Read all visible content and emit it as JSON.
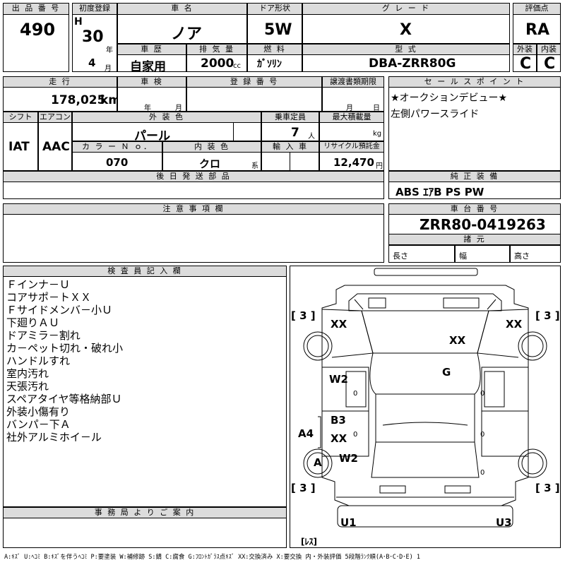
{
  "headers": {
    "lot_no": "出 品 番 号",
    "first_reg": "初度登録",
    "car_name": "車 名",
    "door": "ドア形状",
    "grade": "グ レ ー ド",
    "score": "評価点",
    "history": "車 歴",
    "displacement": "排 気 量",
    "fuel": "燃 料",
    "model": "型 式",
    "exterior": "外装",
    "interior": "内装",
    "mileage": "走 行",
    "inspection": "車 検",
    "reg_no": "登 録 番 号",
    "transfer_deadline": "譲渡書類期限",
    "sales_point": "セ ー ル ス ポ イ ン ト",
    "shift": "シフト",
    "aircon": "エアコン",
    "ext_color": "外 装 色",
    "capacity": "乗車定員",
    "max_load": "最大積載量",
    "color_no": "カ ラ ー Ｎ ｏ．",
    "int_color": "内 装 色",
    "import": "輸 入 車",
    "recycle": "リサイクル預託金",
    "later_parts": "後 日 発 送 部 品",
    "standard_equipment": "純 正 装 備",
    "notes": "注 意 事 項 欄",
    "chassis": "車 台 番 号",
    "dims": "諸 元",
    "inspector": "検 査 員 記 入 欄",
    "office": "事 務 局 よ り ご 案 内"
  },
  "lot_no": "490",
  "era_letter": "H",
  "year": "30",
  "year_unit": "年",
  "month": "4",
  "month_unit": "月",
  "car_name": "ノア",
  "door": "5W",
  "grade": "X",
  "score": "RA",
  "history": "自家用",
  "displacement": "2000",
  "displacement_unit": "cc",
  "fuel": "ｶﾞｿﾘﾝ",
  "model": "DBA-ZRR80G",
  "exterior_grade": "C",
  "interior_grade": "C",
  "mileage": "178,025",
  "mileage_unit": "km",
  "inspection_year_unit": "年",
  "inspection_month_unit": "月",
  "transfer_month_unit": "月",
  "transfer_day_unit": "日",
  "sales_points": [
    "★オークションデビュー★",
    "左側パワースライド"
  ],
  "shift": "IAT",
  "aircon": "AAC",
  "ext_color": "パール",
  "capacity": "7",
  "capacity_unit": "人",
  "max_load_unit": "kg",
  "color_no": "070",
  "int_color": "クロ",
  "int_color_unit": "系",
  "recycle": "12,470",
  "recycle_unit": "円",
  "equipment": "ABS ｴｱB PS PW",
  "chassis_no": "ZRR80-0419263",
  "dim_length": "長さ",
  "dim_width": "幅",
  "dim_height": "高さ",
  "inspector_notes": [
    "Ｆインナ－Ｕ",
    "コアサポ－トＸＸ",
    "Ｆサイドメンバ－小Ｕ",
    "下廻りＡＵ",
    "ドアミラ－割れ",
    "カ－ペット切れ・破れ小",
    "ハンドルすれ",
    "室内汚れ",
    "天張汚れ",
    "スペアタイヤ等格納部Ｕ",
    "外装小傷有り",
    "バンパ－下Ａ",
    "社外アルミホイ－ル"
  ],
  "diagram": {
    "tire_labels": [
      "[ 3 ]",
      "[ 3 ]",
      "[ 3 ]",
      "[ 3 ]"
    ],
    "marks": {
      "fl_fender": "XX",
      "fr_fender": "XX",
      "bonnet": "XX",
      "windshield": "G",
      "l_front_door": "W2",
      "l_rear_door_b3": "B3",
      "l_rear_door_xx": "XX",
      "l_rocker": "A4",
      "rl_wheel": "A",
      "l_quarter": "W2",
      "rear_l": "U1",
      "rear_r": "U3",
      "door_zero_1": "0",
      "door_zero_2": "0",
      "door_zero_3": "0",
      "door_zero_4": "0",
      "door_zero_5": "0",
      "spare": "[ﾚｽ]"
    }
  },
  "legend": "A:ｷｽﾞ U:ﾍｺﾐ B:ｷｽﾞを伴うﾍｺﾐ P:要塗装 W:補修跡 S:錆 C:腐食 G:ﾌﾛﾝﾄｶﾞﾗｽ点ｷｽﾞ XX:交換済み X:要交換 内・外装評価 5段階ﾗﾝｸ順(A･B･C･D･E) 1"
}
